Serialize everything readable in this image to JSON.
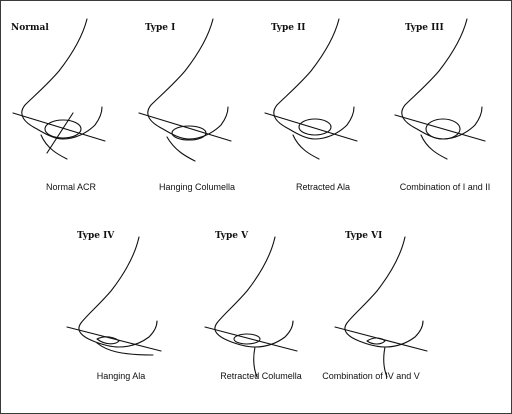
{
  "panels": [
    {
      "title": "Normal",
      "caption": "Normal ACR"
    },
    {
      "title": "Type I",
      "caption": "Hanging Columella"
    },
    {
      "title": "Type II",
      "caption": "Retracted Ala"
    },
    {
      "title": "Type III",
      "caption": "Combination of I and II"
    },
    {
      "title": "Type IV",
      "caption": "Hanging Ala"
    },
    {
      "title": "Type V",
      "caption": "Retracted Columella"
    },
    {
      "title": "Type VI",
      "caption": "Combination of IV and V"
    }
  ]
}
